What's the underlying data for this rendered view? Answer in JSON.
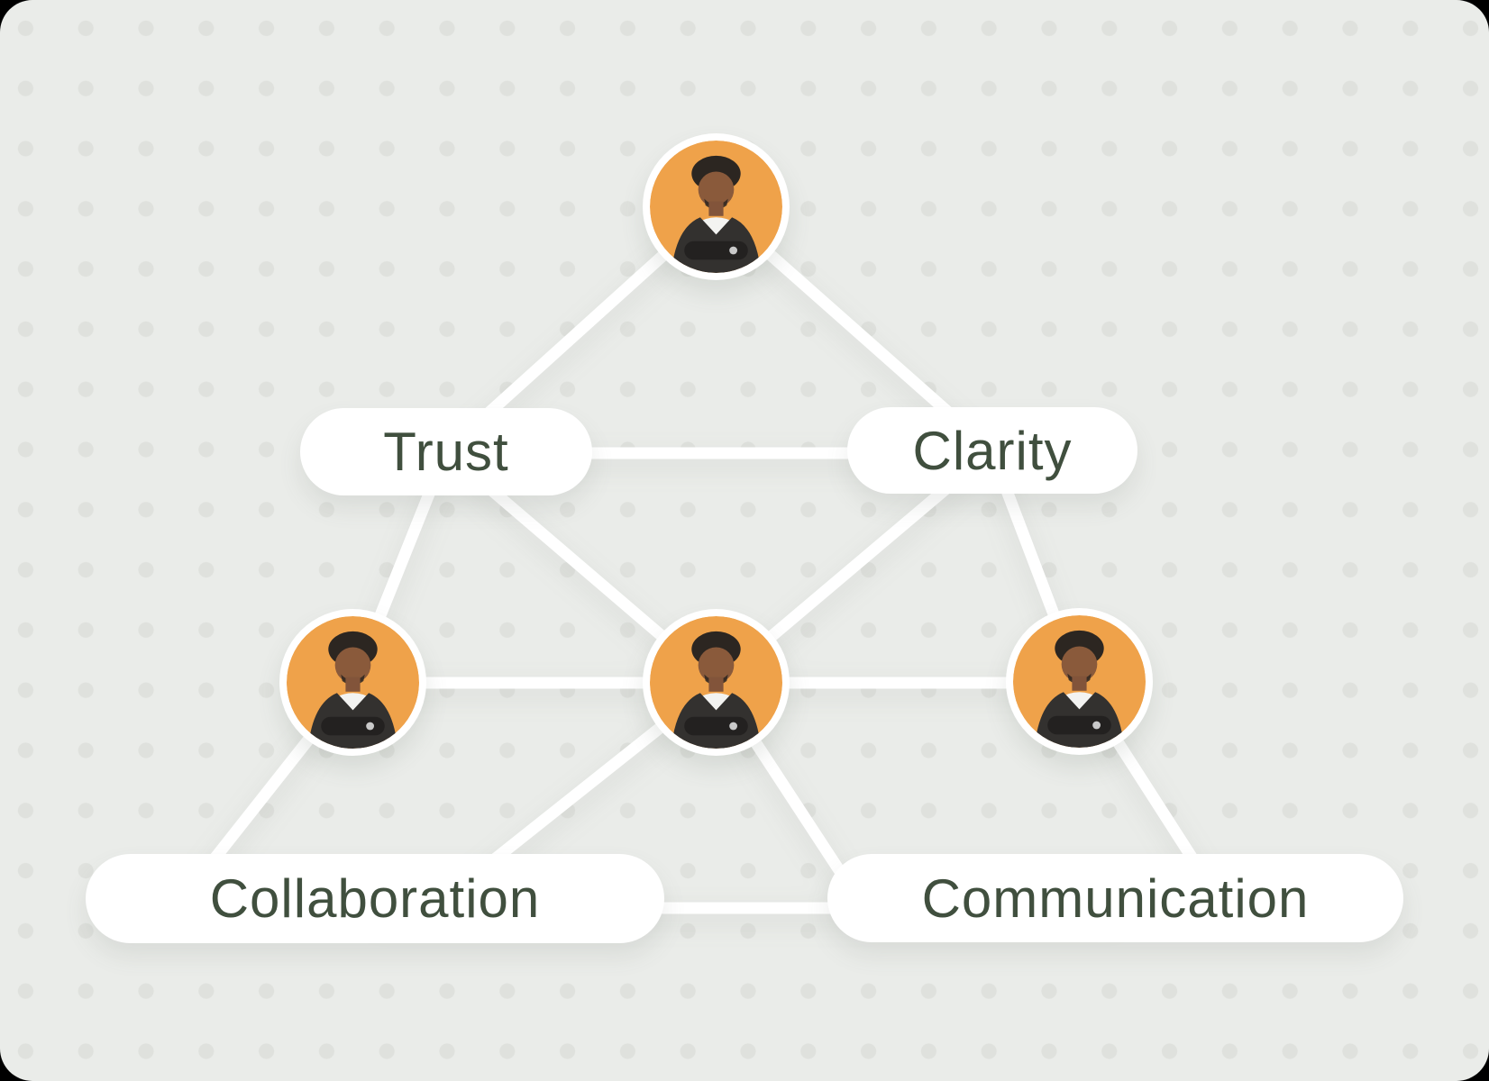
{
  "diagram": {
    "labels": {
      "trust": "Trust",
      "clarity": "Clarity",
      "collaboration": "Collaboration",
      "communication": "Communication"
    },
    "avatars": [
      {
        "id": "team-member-top",
        "description": "smiling man in dark suit, arms crossed, orange circular background"
      },
      {
        "id": "team-member-left",
        "description": "smiling man in dark suit, arms crossed, orange circular background"
      },
      {
        "id": "team-member-center",
        "description": "smiling man in dark suit, arms crossed, orange circular background"
      },
      {
        "id": "team-member-right",
        "description": "smiling man in dark suit, arms crossed, orange circular background"
      }
    ]
  },
  "style": {
    "panel_bg": "#eaece9",
    "dot_color": "#dfe1dd",
    "line_color": "#ffffff",
    "pill_bg": "#ffffff",
    "label_color": "#404f3e",
    "avatar_bg": "#efa24a",
    "corner_bg": "#000000"
  }
}
